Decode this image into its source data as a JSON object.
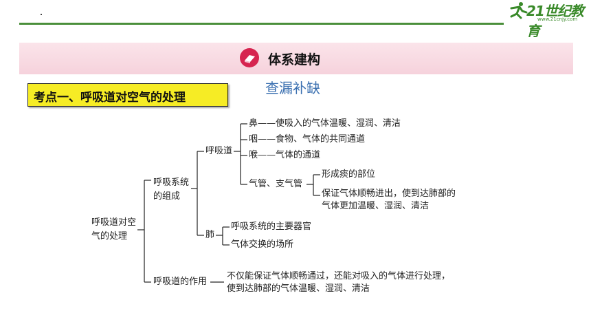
{
  "header": {
    "logo_text": "21世纪教育",
    "logo_url_text": "www.21cnjy.com"
  },
  "banner": {
    "title": "体系建构",
    "subtitle": "查漏补缺"
  },
  "topic": {
    "label": "考点一、呼吸道对空气的处理"
  },
  "tree": {
    "root_line1": "呼吸道对空",
    "root_line2": "气的处理",
    "composition_line1": "呼吸系统",
    "composition_line2": "的组成",
    "airway": "呼吸道",
    "nose": "鼻——使吸入的气体温暖、湿润、清洁",
    "pharynx": "咽——食物、气体的共同通道",
    "larynx": "喉——气体的通道",
    "trachea": "气管、支气管",
    "trachea_a": "形成痰的部位",
    "trachea_b_line1": "保证气体顺畅进出，使到达肺部的",
    "trachea_b_line2": "气体更加温暖、湿润、清洁",
    "lung": "肺",
    "lung_a": "呼吸系统的主要器官",
    "lung_b": "气体交换的场所",
    "function": "呼吸道的作用",
    "function_desc_line1": "不仅能保证气体顺畅通过，还能对吸入的气体进行处理，",
    "function_desc_line2": "使到达肺部的气体温暖、湿润、清洁"
  }
}
